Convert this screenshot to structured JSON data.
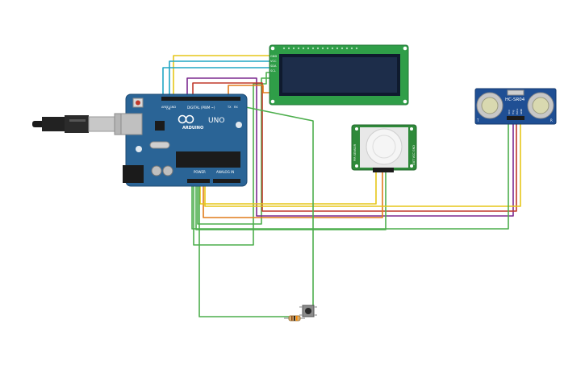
{
  "arduino": {
    "brand": "ARDUINO",
    "model": "UNO",
    "digital_header": "DIGITAL (PWM ~)",
    "power_header": "POWER",
    "analog_header": "ANALOG IN",
    "aref": "AREF",
    "gnd": "GND",
    "tx": "TX",
    "rx": "RX",
    "on": "ON",
    "board_color": "#2a6496"
  },
  "lcd": {
    "pin_labels": [
      "GND",
      "VCC",
      "SDA",
      "SCL"
    ],
    "board_color": "#2f9e48",
    "screen_color": "#1d2d4a"
  },
  "pir": {
    "left_label": "PIR SENSOR",
    "right_label": "OUT VCC GND",
    "board_color": "#2f8a3a"
  },
  "ultrasonic": {
    "model": "HC-SR04",
    "pin_labels": [
      "VCC",
      "Trig",
      "Echo",
      "GND"
    ],
    "left_mark": "T",
    "right_mark": "R",
    "board_color": "#1f4f94"
  },
  "wire_colors": {
    "yellow": "#e6c619",
    "cyan": "#21a6c4",
    "purple": "#7b2a8f",
    "red": "#c0392b",
    "orange": "#e07b1a",
    "green": "#4cae4c"
  }
}
